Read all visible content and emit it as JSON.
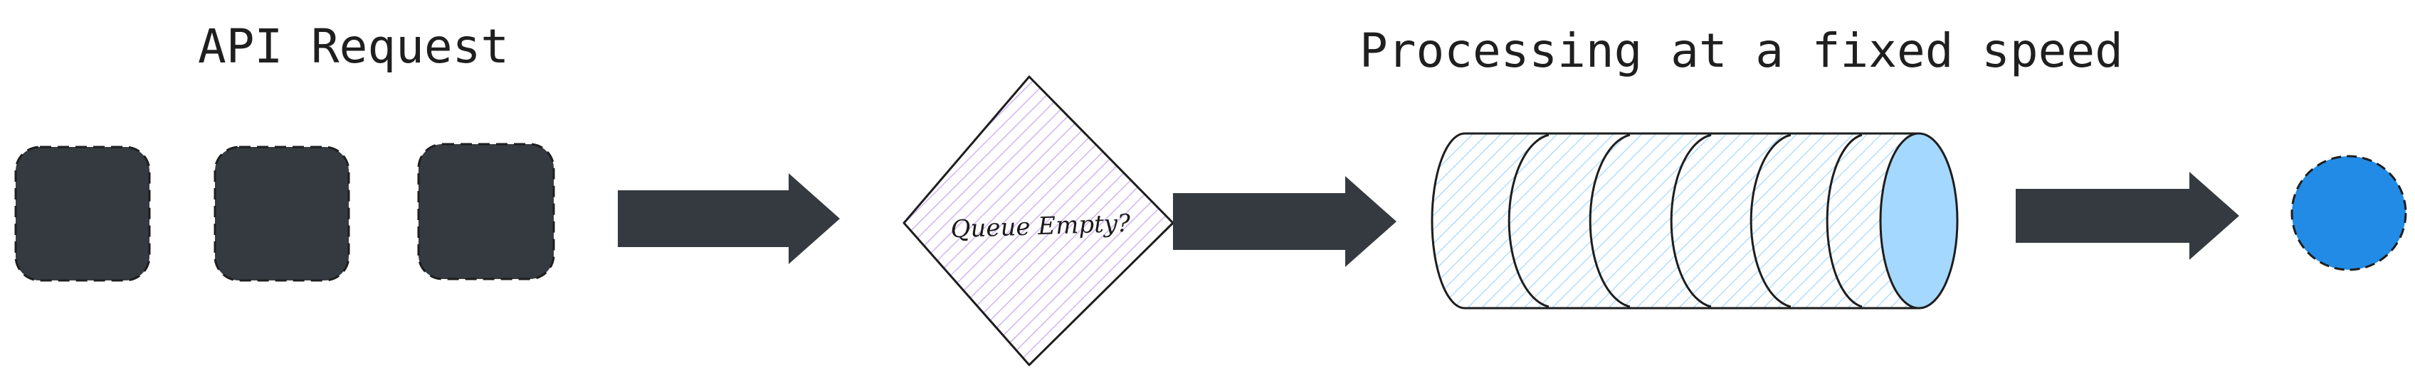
{
  "labels": {
    "api_request": "API Request",
    "processing": "Processing at a fixed speed",
    "queue_decision": "Queue Empty?"
  },
  "colors": {
    "request_block": "#343a40",
    "arrow": "#343a40",
    "diamond_hatch": "#d0b5f5",
    "cylinder_hatch": "#a5d8ff",
    "cylinder_cap": "#a5d8ff",
    "output_dot": "#228be6",
    "stroke": "#1e1e1e"
  }
}
